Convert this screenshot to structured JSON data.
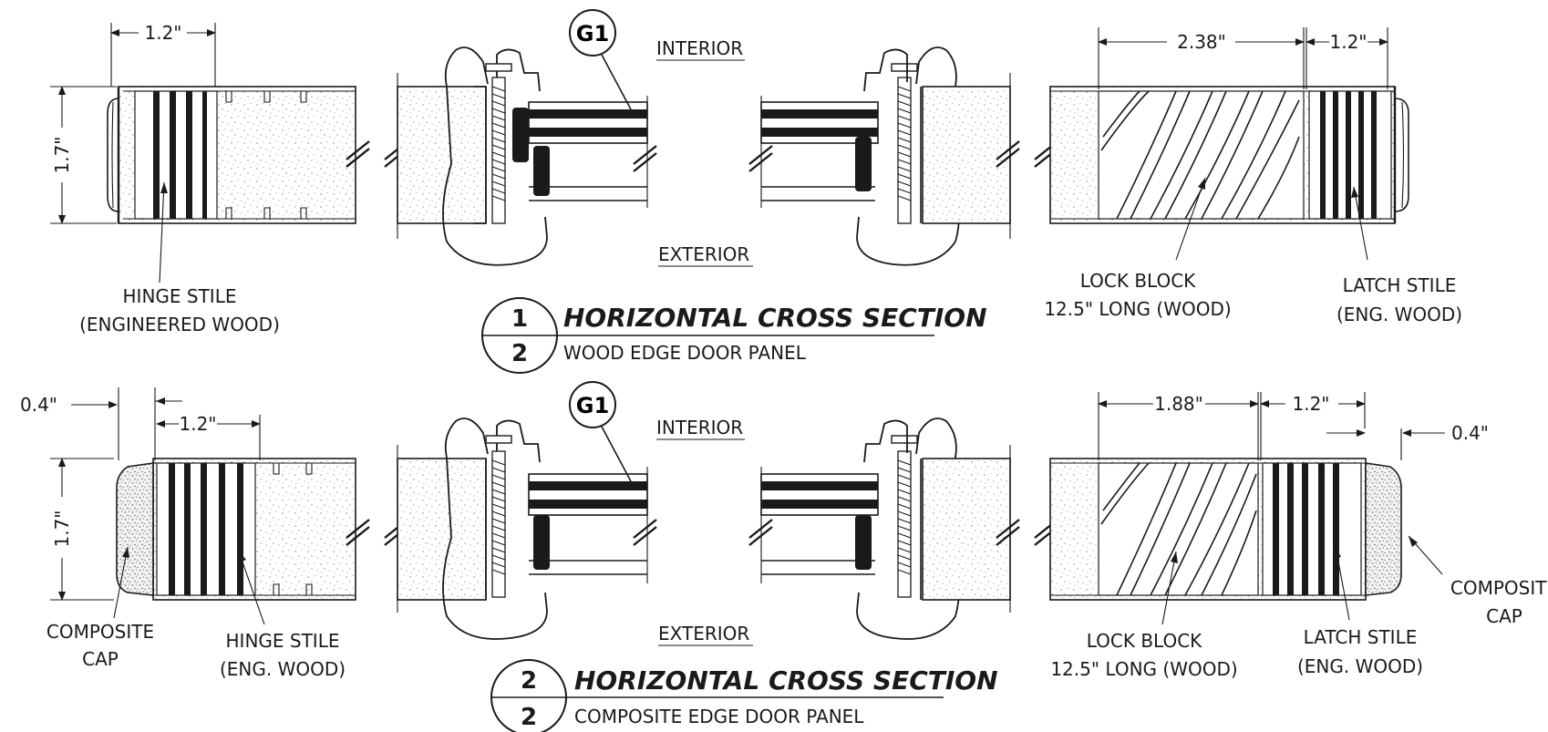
{
  "interior_label": "INTERIOR",
  "exterior_label": "EXTERIOR",
  "glass_tag": "G1",
  "section1": {
    "title_num": "1",
    "title_total": "2",
    "title": "HORIZONTAL CROSS SECTION",
    "subtitle": "WOOD EDGE DOOR PANEL",
    "dim_hinge_width": "1.2\"",
    "dim_height": "1.7\"",
    "dim_lock_block": "2.38\"",
    "dim_latch_width": "1.2\"",
    "hinge_stile_line1": "HINGE STILE",
    "hinge_stile_line2": "(ENGINEERED WOOD)",
    "lock_block_line1": "LOCK BLOCK",
    "lock_block_line2": "12.5\" LONG (WOOD)",
    "latch_stile_line1": "LATCH STILE",
    "latch_stile_line2": "(ENG. WOOD)"
  },
  "section2": {
    "title_num": "2",
    "title_total": "2",
    "title": "HORIZONTAL CROSS SECTION",
    "subtitle": "COMPOSITE EDGE DOOR PANEL",
    "dim_cap_left": "0.4\"",
    "dim_hinge_width": "1.2\"",
    "dim_height": "1.7\"",
    "dim_lock_block": "1.88\"",
    "dim_latch_width": "1.2\"",
    "dim_cap_right": "0.4\"",
    "composite_cap_left_line1": "COMPOSITE",
    "composite_cap_left_line2": "CAP",
    "hinge_stile_line1": "HINGE STILE",
    "hinge_stile_line2": "(ENG. WOOD)",
    "lock_block_line1": "LOCK BLOCK",
    "lock_block_line2": "12.5\" LONG (WOOD)",
    "latch_stile_line1": "LATCH STILE",
    "latch_stile_line2": "(ENG. WOOD)",
    "composite_cap_right_line1": "COMPOSITE",
    "composite_cap_right_line2": "CAP"
  }
}
